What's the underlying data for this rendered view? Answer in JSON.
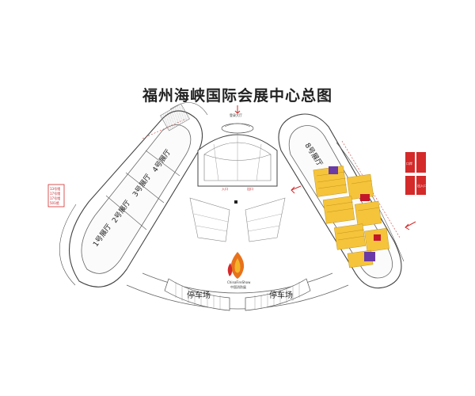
{
  "map": {
    "title": "福州海峡国际会展中心总图",
    "halls": {
      "hall1": "1号展厅",
      "hall2": "2号展厅",
      "hall3": "3号展厅",
      "hall4": "4号展厅",
      "hall8": "8号展厅"
    },
    "parking": [
      "停车场",
      "停车场"
    ],
    "logo_text": "ChinaFireShow",
    "logo_sub": "中国消防展",
    "entrance_label": "登录大厅",
    "red_notes": [
      "入口",
      "出口"
    ],
    "left_legend": [
      "13号馆",
      "17号馆",
      "17号馆",
      "501馆"
    ],
    "right_signs": [
      "口岸",
      "出入口"
    ],
    "colors": {
      "booth": "#f5c43b",
      "booth_highlight": "#6a3aa6",
      "booth_red": "#c4162a",
      "line": "#555555",
      "accent_red": "#d42a2a"
    }
  }
}
